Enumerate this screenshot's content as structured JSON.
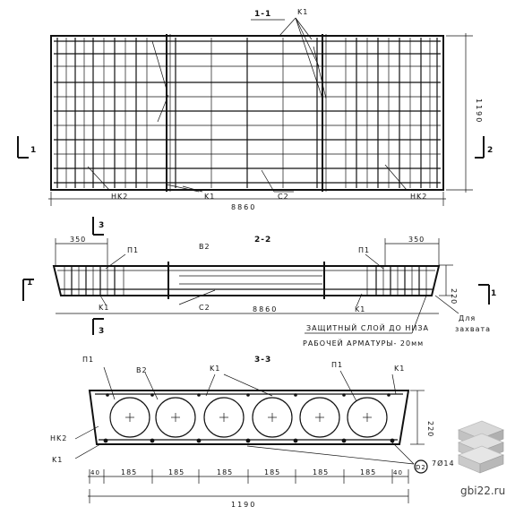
{
  "sections": {
    "s11": "1-1",
    "s22": "2-2",
    "s33": "3-3"
  },
  "cut_marks": {
    "one": "1",
    "two": "2",
    "three": "3"
  },
  "labels": {
    "k1": "K1",
    "nk2": "HK2",
    "c2": "C2",
    "v2": "B2",
    "p1": "П1",
    "d2": "D2",
    "rebar": "7Ø14"
  },
  "dimensions": {
    "length_plan": "8860",
    "height_plan": "1190",
    "length_elev": "8860",
    "end_350": "350",
    "height_220": "220",
    "width_1190": "1190",
    "edge_40": "40",
    "pitch_185": "185"
  },
  "notes": {
    "cover_line1": "ЗАЩИТНЫЙ СЛОЙ ДО НИЗА",
    "cover_line2": "РАБОЧЕЙ АРМАТУРЫ- 20мм",
    "grip_line1": "Для",
    "grip_line2": "захвата"
  },
  "watermark": {
    "site": "gbi22.ru"
  }
}
